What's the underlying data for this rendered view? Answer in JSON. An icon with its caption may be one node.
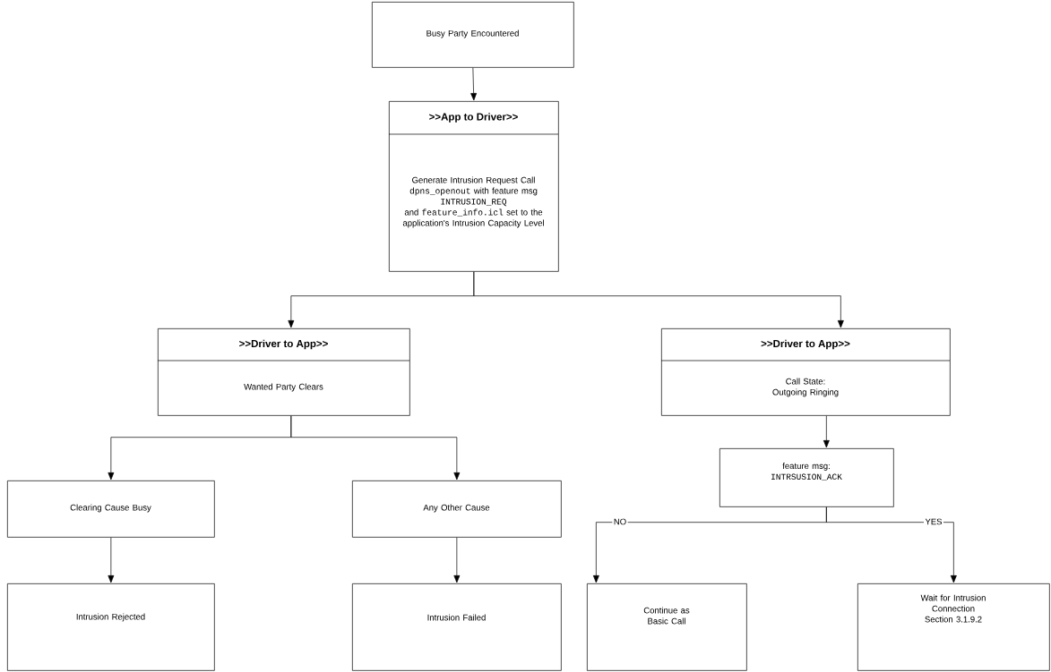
{
  "diagram": {
    "nodes": [
      {
        "text": [
          "Busy Party Encountered"
        ]
      },
      {
        "text": [
          ">>App to Driver>>",
          "Generate Intrusion Request Call",
          "dpns_openout",
          "with feature msg",
          "INTRUSION_REQ",
          "and",
          "feature_info.icl",
          "set to the application's Intrusion Capacity Level"
        ]
      },
      {
        "text": [
          ">>Driver to App>>",
          "Wanted Party Clears"
        ]
      },
      {
        "text": [
          ">>Driver to App>>",
          "Call State: Outgoing Ringing"
        ]
      },
      {
        "text": [
          "feature msg:",
          "INTRSUSION_ACK"
        ]
      },
      {
        "text": [
          "Clearing Cause Busy"
        ]
      },
      {
        "text": [
          "Any Other Cause"
        ]
      },
      {
        "text": [
          "Intrusion Rejected"
        ]
      },
      {
        "text": [
          "Intrusion Failed"
        ]
      },
      {
        "text": [
          "Continue as Basic Call"
        ]
      },
      {
        "text": [
          "Wait for Intrusion Connection Section 3.1.9.2"
        ]
      }
    ],
    "edges": [
      {
        "from": 0,
        "to": 1,
        "arrow": "to"
      },
      {
        "from": 1,
        "to": 2,
        "arrow": "to"
      },
      {
        "from": 1,
        "to": 3,
        "arrow": "to"
      },
      {
        "from": 2,
        "to": 5,
        "arrow": "to"
      },
      {
        "from": 2,
        "to": 6,
        "arrow": "to"
      },
      {
        "from": 3,
        "to": 4,
        "arrow": "to"
      },
      {
        "from": 5,
        "to": 7,
        "arrow": "to"
      },
      {
        "from": 6,
        "to": 8,
        "arrow": "to"
      },
      {
        "from": 4,
        "to": 9,
        "arrow": "to",
        "label": "NO"
      },
      {
        "from": 4,
        "to": 10,
        "arrow": "to",
        "label": "YES"
      }
    ]
  }
}
